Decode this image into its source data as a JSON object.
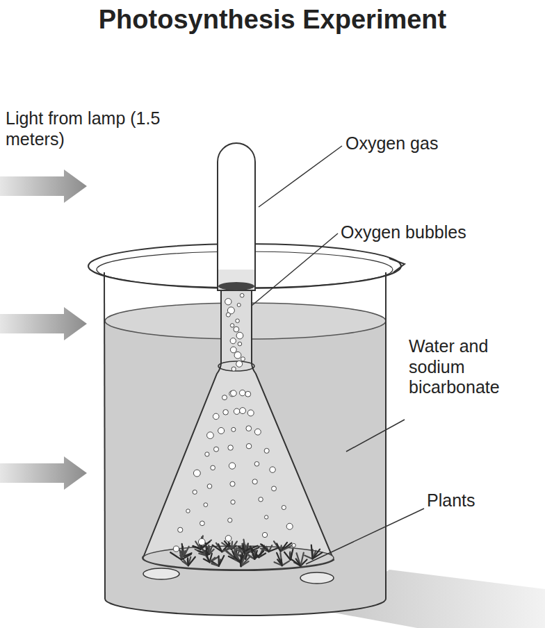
{
  "diagram": {
    "title": "Photosynthesis Experiment",
    "labels": [
      "Light from lamp (1.5 meters)",
      "Oxygen gas",
      "Oxygen bubbles",
      "Water and sodium bicarbonate",
      "Plants"
    ]
  }
}
